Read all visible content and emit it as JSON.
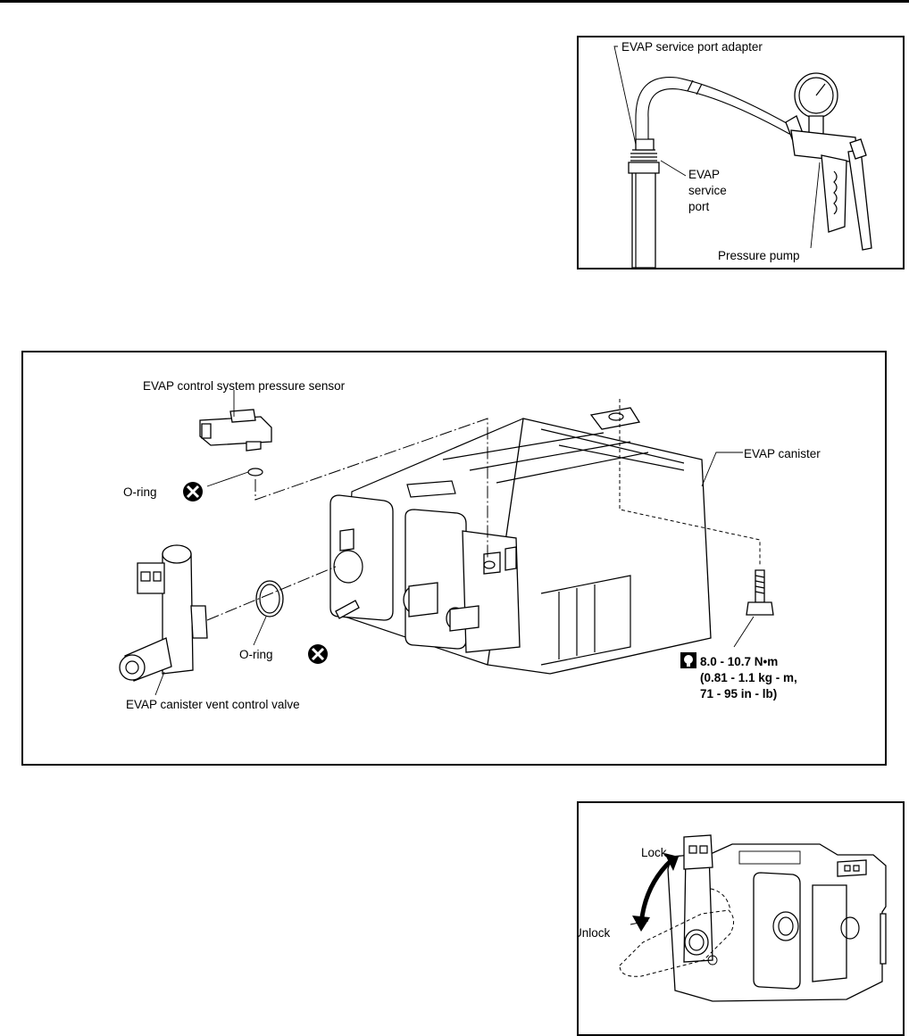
{
  "figure1": {
    "labels": {
      "adapter": "EVAP service port adapter",
      "port_line1": "EVAP",
      "port_line2": "service",
      "port_line3": "port",
      "pump": "Pressure pump"
    }
  },
  "figure2": {
    "labels": {
      "sensor": "EVAP control system pressure sensor",
      "oring_top": "O-ring",
      "oring_mid": "O-ring",
      "canister": "EVAP canister",
      "vent_valve": "EVAP canister vent control valve",
      "torque_line1": "8.0 - 10.7 N•m",
      "torque_line2": "(0.81 - 1.1 kg - m,",
      "torque_line3": "71 - 95 in - lb)"
    },
    "icons": [
      "always-replace-icon",
      "torque-wrench-icon"
    ]
  },
  "figure3": {
    "labels": {
      "lock": "Lock",
      "unlock": "Unlock"
    }
  }
}
